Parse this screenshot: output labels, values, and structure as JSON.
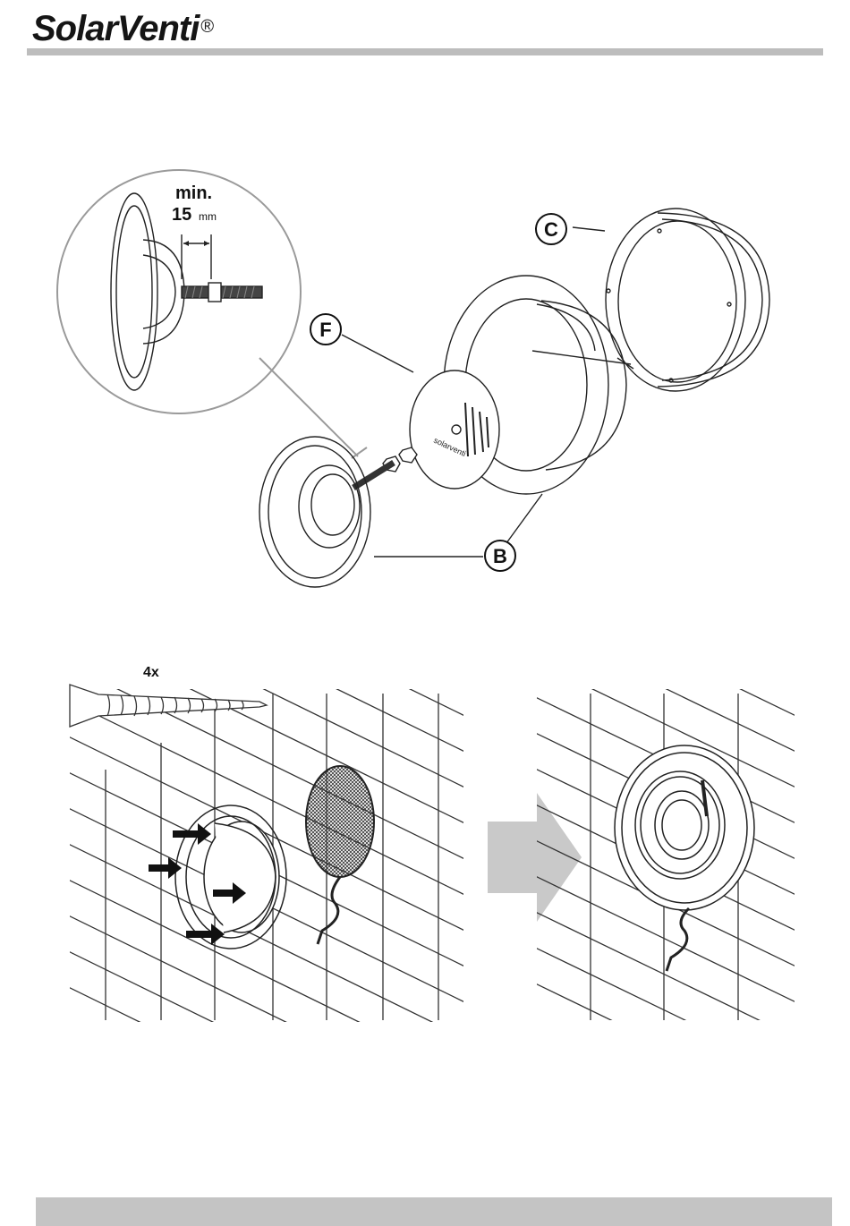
{
  "header": {
    "brand": "SolarVenti",
    "registered_mark": "®"
  },
  "exploded_view": {
    "detail_min_label": "min.",
    "detail_value": "15",
    "detail_unit": "mm",
    "part_labels": [
      "C",
      "F",
      "B"
    ],
    "plate_brand_text": "solarventi"
  },
  "mounting_view": {
    "screw_count": "4x"
  },
  "colors": {
    "header_rule": "#bdbdbd",
    "footer_bar": "#c4c4c4",
    "line_art": "#222222",
    "arrow": "#c9c9c9"
  }
}
